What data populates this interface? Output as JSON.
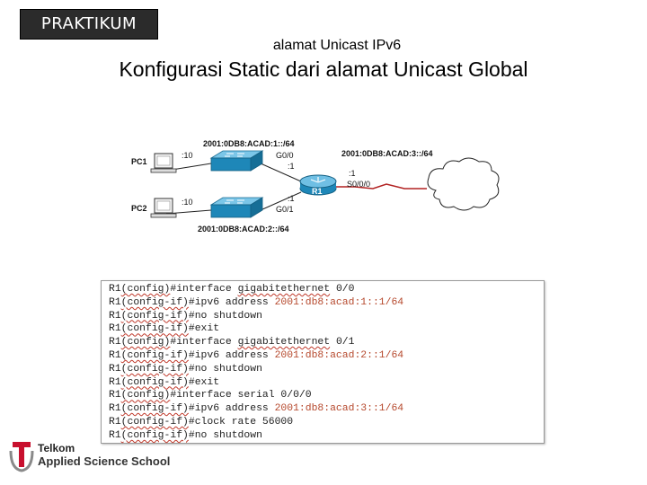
{
  "badge": "PRAKTIKUM",
  "subtitle": "alamat Unicast IPv6",
  "title": "Konfigurasi Static dari alamat Unicast Global",
  "diagram": {
    "net1": "2001:0DB8:ACAD:1::/64",
    "net2": "2001:0DB8:ACAD:2::/64",
    "net3": "2001:0DB8:ACAD:3::/64",
    "pc1": "PC1",
    "pc2": "PC2",
    "pc1_host": ":10",
    "pc2_host": ":10",
    "g00": "G0/0",
    "g01": "G0/1",
    "g00_host": ":1",
    "g01_host": ":1",
    "s000": "S0/0/0",
    "s000_host": ":1",
    "router": "R1"
  },
  "code": {
    "lines": [
      {
        "p": "R1",
        "m": "(config)",
        "c": "#interface ",
        "w": "gigabitethernet",
        "a": " 0/0"
      },
      {
        "p": "R1",
        "m": "(config-if)",
        "c": "#ipv6 address ",
        "w": "",
        "a": "2001:db8:acad:1::1/64"
      },
      {
        "p": "R1",
        "m": "(config-if)",
        "c": "#no shutdown",
        "w": "",
        "a": ""
      },
      {
        "p": "R1",
        "m": "(config-if)",
        "c": "#exit",
        "w": "",
        "a": ""
      },
      {
        "p": "R1",
        "m": "(config)",
        "c": "#interface ",
        "w": "gigabitethernet",
        "a": " 0/1"
      },
      {
        "p": "R1",
        "m": "(config-if)",
        "c": "#ipv6 address ",
        "w": "",
        "a": "2001:db8:acad:2::1/64"
      },
      {
        "p": "R1",
        "m": "(config-if)",
        "c": "#no shutdown",
        "w": "",
        "a": ""
      },
      {
        "p": "R1",
        "m": "(config-if)",
        "c": "#exit",
        "w": "",
        "a": ""
      },
      {
        "p": "R1",
        "m": "(config)",
        "c": "#interface serial ",
        "w": "",
        "a": "0/0/0"
      },
      {
        "p": "R1",
        "m": "(config-if)",
        "c": "#ipv6 address ",
        "w": "",
        "a": "2001:db8:acad:3::1/64"
      },
      {
        "p": "R1",
        "m": "(config-if)",
        "c": "#clock rate 56000",
        "w": "",
        "a": ""
      },
      {
        "p": "R1",
        "m": "(config-if)",
        "c": "#no shutdown",
        "w": "",
        "a": ""
      }
    ]
  },
  "logo": {
    "brand": "Telkom",
    "subtitle": "Applied Science School",
    "colors": {
      "red": "#c8102e",
      "gray": "#8a8a8a"
    }
  }
}
